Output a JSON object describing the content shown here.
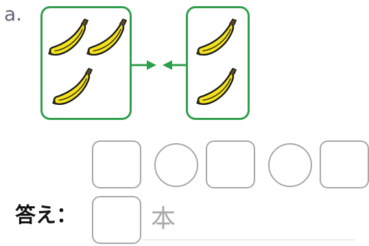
{
  "problem": {
    "label": "a."
  },
  "left_group": {
    "banana_count": 3
  },
  "right_group": {
    "banana_count": 2
  },
  "icons": {
    "banana": "banana-icon",
    "arrow_right": "arrow-right-icon",
    "arrow_left": "arrow-left-icon"
  },
  "colors": {
    "group_border": "#2e9e4a",
    "arrow": "#2e9e4a",
    "banana_fill": "#f5e21c",
    "banana_outline": "#1a1a1a",
    "answer_box_border": "#a6a6a6",
    "unit_text": "#a8a8a8"
  },
  "equation": {
    "slots": [
      "number-box",
      "operator-circle",
      "number-box",
      "operator-circle",
      "number-box"
    ]
  },
  "answer": {
    "label": "答え：",
    "unit": "本"
  }
}
